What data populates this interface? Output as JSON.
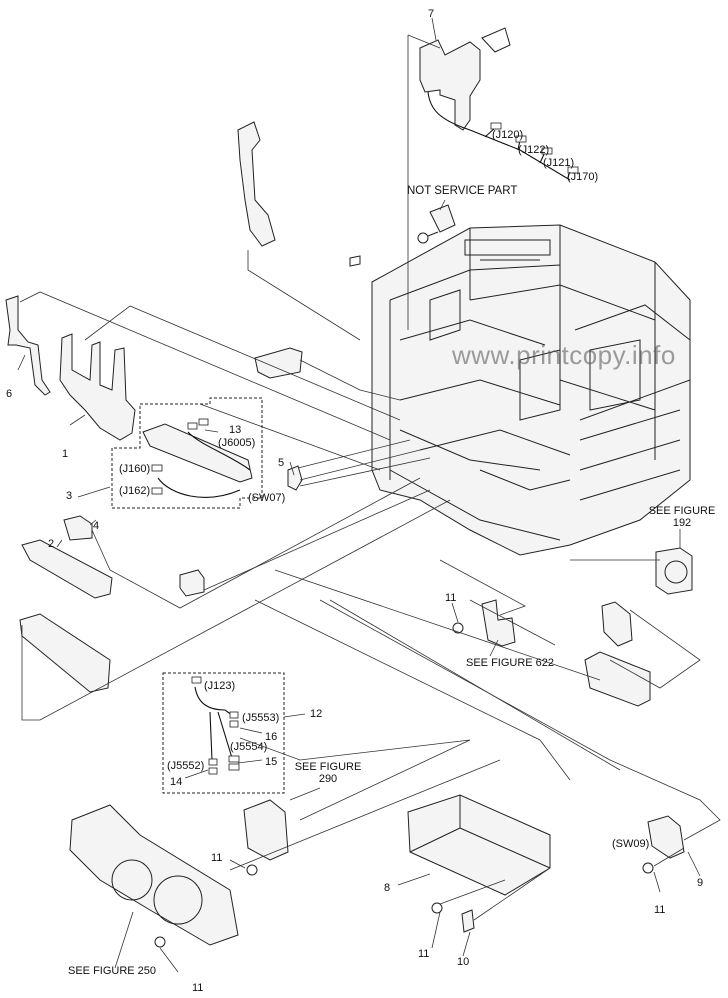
{
  "figure": {
    "watermark": "www.printcopy.info",
    "callouts": {
      "c1": "1",
      "c2": "2",
      "c3": "3",
      "c4": "4",
      "c5": "5",
      "c6": "6",
      "c7": "7",
      "c8": "8",
      "c9": "9",
      "c10": "10",
      "c11a": "11",
      "c11b": "11",
      "c11c": "11",
      "c11d": "11",
      "c11e": "11",
      "c12": "12",
      "c13": "13",
      "c14": "14",
      "c15": "15",
      "c16": "16"
    },
    "connectors": {
      "j120": "(J120)",
      "j122": "(J122)",
      "j121": "(J121)",
      "j170": "(J170)",
      "j6005": "(J6005)",
      "j160": "(J160)",
      "j162": "(J162)",
      "sw07": "(SW07)",
      "j123": "(J123)",
      "j5553": "(J5553)",
      "j5554": "(J5554)",
      "j5552": "(J5552)",
      "sw09": "(SW09)"
    },
    "notes": {
      "not_service_part": "NOT SERVICE PART",
      "see_192_line1": "SEE FIGURE",
      "see_192_line2": "192",
      "see_622": "SEE FIGURE 622",
      "see_290_line1": "SEE FIGURE",
      "see_290_line2": "290",
      "see_250": "SEE FIGURE 250"
    }
  }
}
